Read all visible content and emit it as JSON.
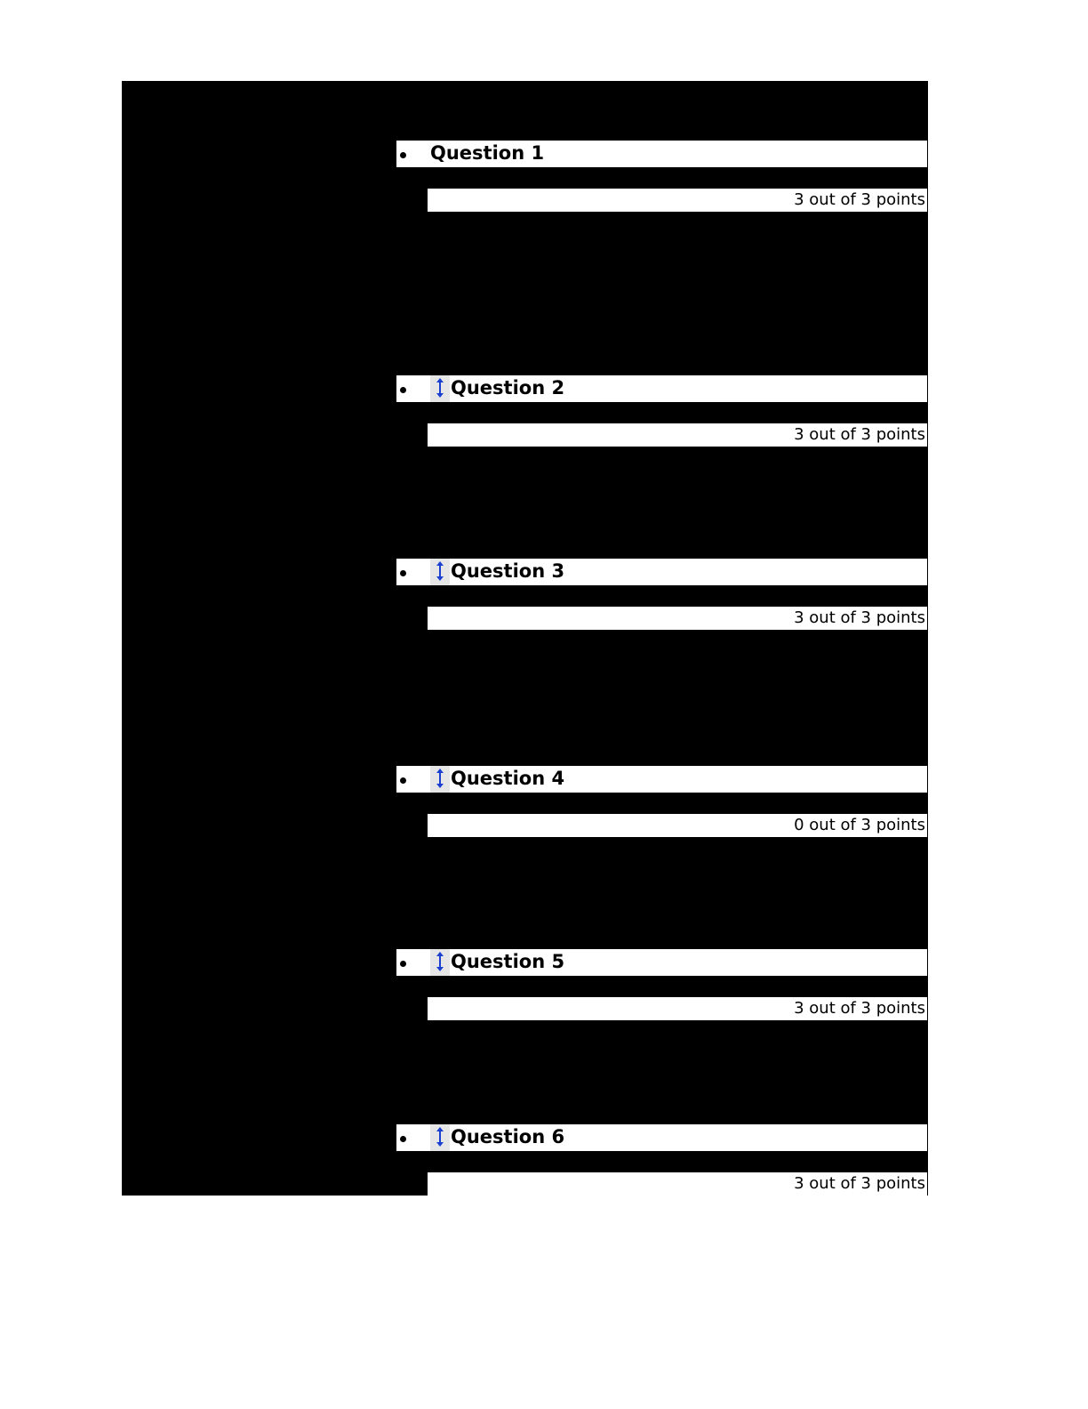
{
  "questions": [
    {
      "title": "Question 1",
      "score": "3 out of 3 points",
      "has_drag_icon": false
    },
    {
      "title": "Question 2",
      "score": "3 out of 3 points",
      "has_drag_icon": true
    },
    {
      "title": "Question 3",
      "score": "3 out of 3 points",
      "has_drag_icon": true
    },
    {
      "title": "Question 4",
      "score": "0 out of 3 points",
      "has_drag_icon": true
    },
    {
      "title": "Question 5",
      "score": "3 out of 3 points",
      "has_drag_icon": true
    },
    {
      "title": "Question 6",
      "score": "3 out of 3 points",
      "has_drag_icon": true
    }
  ],
  "icons": {
    "drag": "reorder-vertical-arrow-icon",
    "drag_color": "#1a3fd1"
  }
}
